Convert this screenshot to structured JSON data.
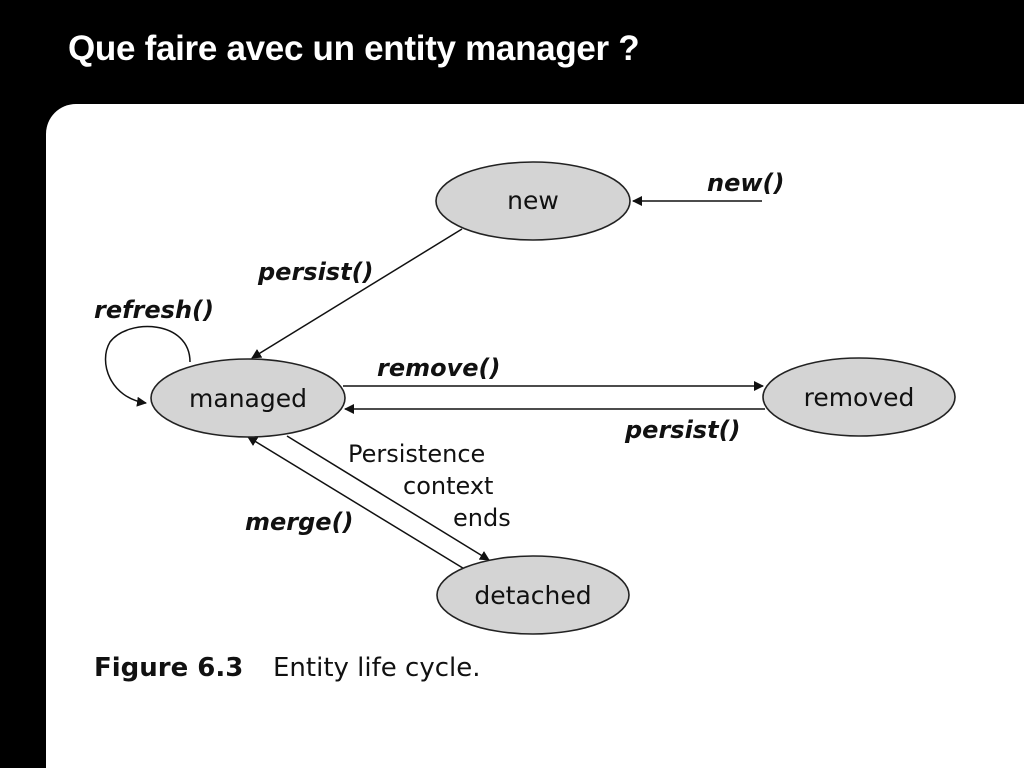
{
  "slide": {
    "title": "Que faire avec un entity manager ?"
  },
  "diagram": {
    "states": {
      "new": "new",
      "managed": "managed",
      "removed": "removed",
      "detached": "detached"
    },
    "transitions": {
      "new_call": "new()",
      "persist_new": "persist()",
      "refresh": "refresh()",
      "remove": "remove()",
      "persist_removed": "persist()",
      "merge": "merge()"
    },
    "note": {
      "line1": "Persistence",
      "line2": "context",
      "line3": "ends"
    },
    "caption": {
      "number": "Figure 6.3",
      "text": "Entity life cycle."
    }
  },
  "colors": {
    "background": "#000000",
    "panel": "#ffffff",
    "state_fill": "#d4d4d4",
    "title_text": "#ffffff"
  }
}
